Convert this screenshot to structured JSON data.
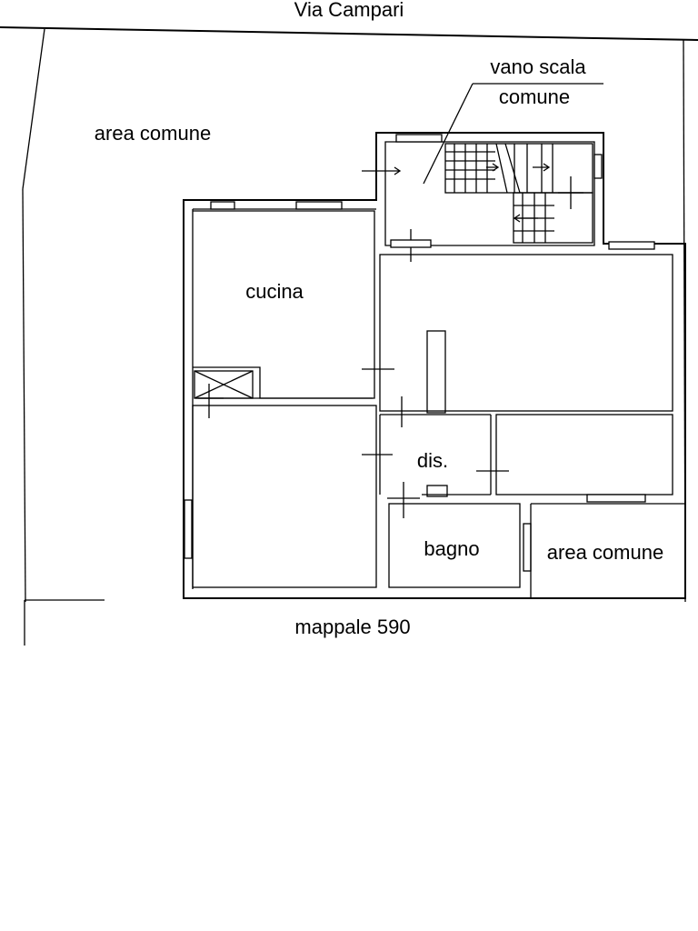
{
  "labels": {
    "street": "Via Campari",
    "stair": "vano scala",
    "stair_2": "comune",
    "common_area_left": "area comune",
    "kitchen": "cucina",
    "corridor": "dis.",
    "bathroom": "bagno",
    "common_area_right": "area comune",
    "parcel": "mappale 590"
  }
}
